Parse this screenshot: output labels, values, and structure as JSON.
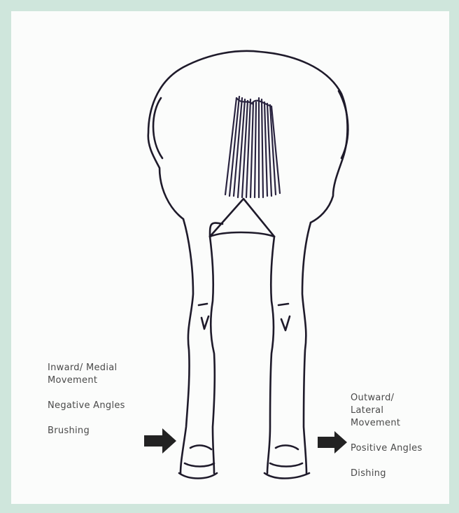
{
  "colors": {
    "border": "#cfe6dc",
    "panel": "#fbfcfb",
    "ink": "#4a4a4a",
    "outline": "#1e1a2a",
    "arrow": "#222222"
  },
  "labels": {
    "left": {
      "movement": [
        "Inward/ Medial",
        "Movement"
      ],
      "angles": "Negative Angles",
      "fault": "Brushing"
    },
    "right": {
      "movement": [
        "Outward/",
        "Lateral",
        "Movement"
      ],
      "angles": "Positive Angles",
      "fault": "Dishing"
    }
  },
  "icons": {
    "left_arrow": "arrow-right-icon",
    "right_arrow": "arrow-right-icon"
  }
}
